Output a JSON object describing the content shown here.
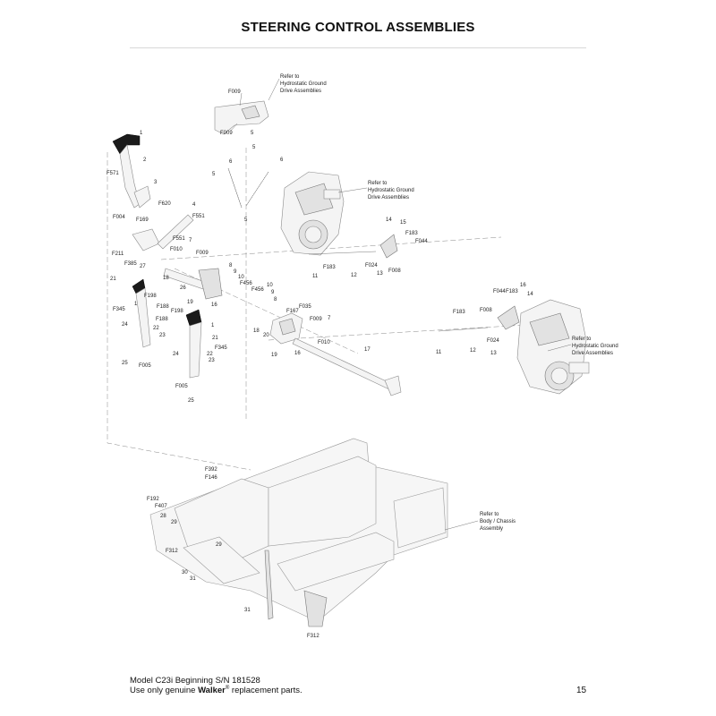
{
  "page": {
    "title": "STEERING CONTROL ASSEMBLIES",
    "footer_model": "Model C23i Beginning S/N 181528",
    "footer_use_prefix": "Use only genuine ",
    "footer_brand": "Walker",
    "footer_reg": "®",
    "footer_use_suffix": " replacement parts.",
    "page_number": "15"
  },
  "notes": {
    "hydro_top": [
      "Refer to",
      "Hydrostatic Ground",
      "Drive Assemblies"
    ],
    "hydro_mid": [
      "Refer to",
      "Hydrostatic Ground",
      "Drive Assemblies"
    ],
    "hydro_right": [
      "Refer to",
      "Hydrostatic Ground",
      "Drive Assemblies"
    ],
    "body_chassis": [
      "Refer to",
      "Body / Chassis",
      "Assembly"
    ]
  },
  "callouts": {
    "c1": "F009",
    "c2": "F009",
    "c3": "1",
    "c4": "2",
    "c5": "F571",
    "c6": "3",
    "c7": "F620",
    "c8": "4",
    "c9": "F004",
    "c10": "F169",
    "c11": "F551",
    "c12": "F551",
    "c13": "F010",
    "c14": "F211",
    "c15": "F385",
    "c16": "27",
    "c17": "7",
    "c18": "F009",
    "c19": "5",
    "c20": "5",
    "c21": "6",
    "c22": "6",
    "c23": "5",
    "c24": "5",
    "c25": "8",
    "c26": "9",
    "c27": "10",
    "c28": "F456",
    "c29": "18",
    "c30": "26",
    "c31": "21",
    "c32": "19",
    "c33": "16",
    "c34": "F198",
    "c35": "F345",
    "c36": "F188",
    "c37": "F188",
    "c38": "1",
    "c39": "24",
    "c40": "22",
    "c41": "23",
    "c42": "25",
    "c43": "F005",
    "c44": "F198",
    "c45": "1",
    "c46": "21",
    "c47": "F345",
    "c48": "22",
    "c49": "23",
    "c50": "24",
    "c51": "F005",
    "c52": "25",
    "c53": "10",
    "c54": "F456",
    "c55": "9",
    "c56": "8",
    "c57": "F167",
    "c58": "F035",
    "c59": "F009",
    "c60": "7",
    "c61": "18",
    "c62": "20",
    "c63": "F010",
    "c64": "19",
    "c65": "16",
    "c66": "17",
    "c67": "14",
    "c68": "15",
    "c69": "F183",
    "c70": "F044",
    "c71": "F183",
    "c72": "12",
    "c73": "F024",
    "c74": "13",
    "c75": "F008",
    "c76": "11",
    "c77": "F044",
    "c78": "F183",
    "c79": "16",
    "c80": "14",
    "c81": "F008",
    "c82": "F183",
    "c83": "F024",
    "c84": "11",
    "c85": "12",
    "c86": "13",
    "c87": "F392",
    "c88": "F146",
    "c89": "F192",
    "c90": "F407",
    "c91": "28",
    "c92": "29",
    "c93": "F312",
    "c94": "29",
    "c95": "30",
    "c96": "31",
    "c97": "31",
    "c98": "F312"
  }
}
